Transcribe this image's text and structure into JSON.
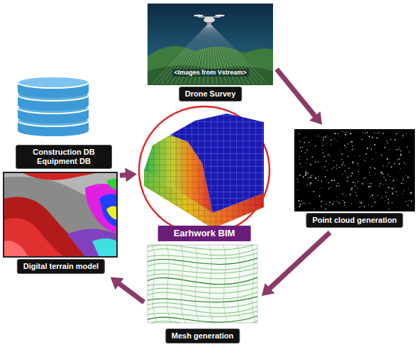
{
  "diagram": {
    "nodes": [
      {
        "text": [
          "<Images from Vstream>",
          "Drone Survey"
        ]
      },
      {
        "text": [
          "Construction DB Equipment DB"
        ]
      },
      {
        "text": [
          "Earhwork BIM"
        ]
      },
      {
        "text": [
          "Point cloud generation"
        ]
      },
      {
        "text": [
          "Digital terrain model"
        ]
      },
      {
        "text": [
          "Mesh generation"
        ]
      }
    ],
    "edges": [
      {
        "from": 0,
        "to": 3,
        "arrow": "to"
      },
      {
        "from": 3,
        "to": 5,
        "arrow": "to"
      },
      {
        "from": 5,
        "to": 4,
        "arrow": "to"
      },
      {
        "from": 4,
        "to": 2,
        "arrow": "to"
      }
    ]
  }
}
